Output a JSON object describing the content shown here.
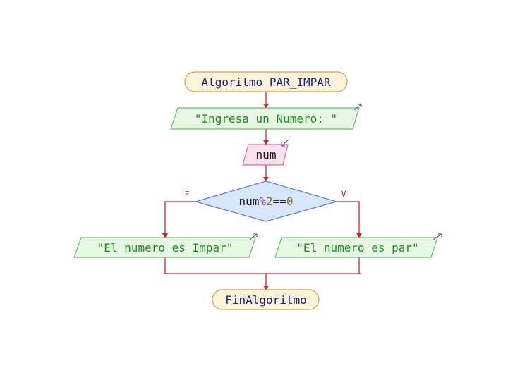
{
  "flowchart": {
    "start": {
      "keyword": "Algoritmo",
      "name": "PAR_IMPAR"
    },
    "output1": {
      "text": "\"Ingresa un Numero: \""
    },
    "input1": {
      "text": "num"
    },
    "decision": {
      "var": "num",
      "op": "%",
      "num": "2",
      "cmp": "==",
      "zero": "0"
    },
    "branches": {
      "false_label": "F",
      "true_label": "V",
      "false_output": "\"El numero es Impar\"",
      "true_output": "\"El numero es par\""
    },
    "end": {
      "text": "FinAlgoritmo"
    }
  },
  "colors": {
    "terminal_fill": "#fdf3d9",
    "terminal_stroke": "#c8a45a",
    "output_fill": "#e6f7e4",
    "output_stroke": "#6abf69",
    "input_fill": "#fbe0ee",
    "input_stroke": "#d86aa4",
    "decision_fill": "#d8e6fb",
    "decision_stroke": "#5a7fd0",
    "connector": "#c62828"
  }
}
